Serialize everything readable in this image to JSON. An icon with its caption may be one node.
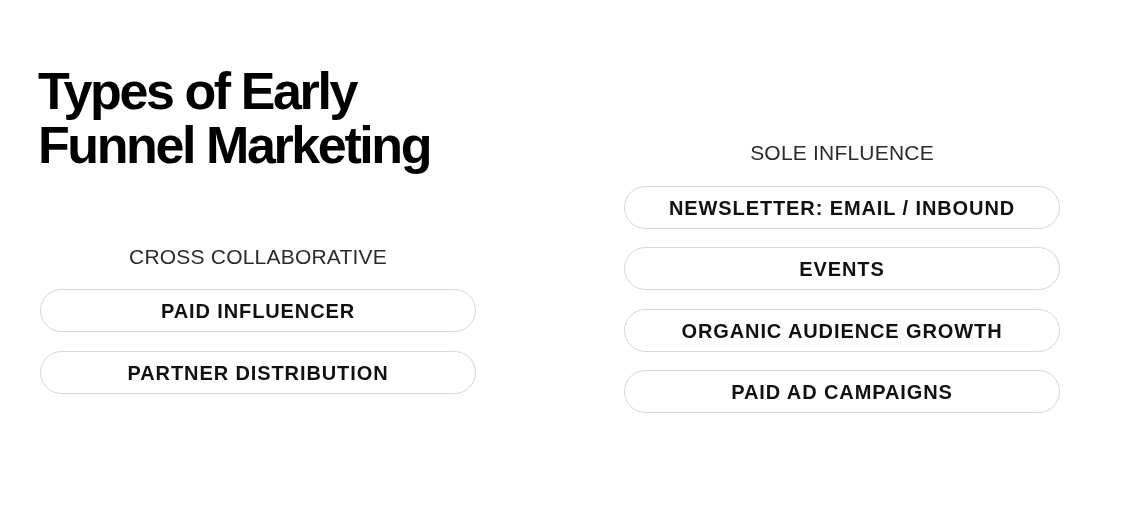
{
  "diagram": {
    "title": "Types of Early Funnel Marketing",
    "nodes": [
      {
        "text": [
          "PAID INFLUENCER"
        ]
      },
      {
        "text": [
          "PARTNER DISTRIBUTION"
        ]
      },
      {
        "text": [
          "NEWSLETTER: EMAIL / INBOUND"
        ]
      },
      {
        "text": [
          "EVENTS"
        ]
      },
      {
        "text": [
          "ORGANIC AUDIENCE GROWTH"
        ]
      },
      {
        "text": [
          "PAID AD CAMPAIGNS"
        ]
      }
    ],
    "labels": [
      "CROSS COLLABORATIVE",
      "SOLE INFLUENCE"
    ]
  }
}
